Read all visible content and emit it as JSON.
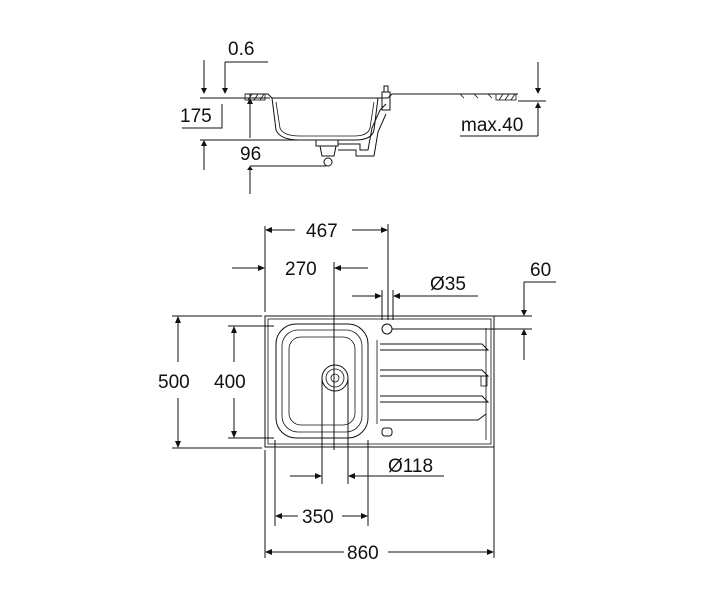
{
  "drawing": {
    "colors": {
      "line": "#111111",
      "background": "#ffffff"
    },
    "side_view": {
      "dims": {
        "thickness": "0.6",
        "depth": "175",
        "drain_depth": "96",
        "max_worktop": "max.40"
      }
    },
    "top_view": {
      "dims": {
        "bowl_offset": "467",
        "bowl_center": "270",
        "tap_hole": "Ø35",
        "tap_offset": "60",
        "overall_depth": "500",
        "bowl_depth": "400",
        "drain": "Ø118",
        "bowl_width": "350",
        "overall_width": "860"
      }
    }
  }
}
